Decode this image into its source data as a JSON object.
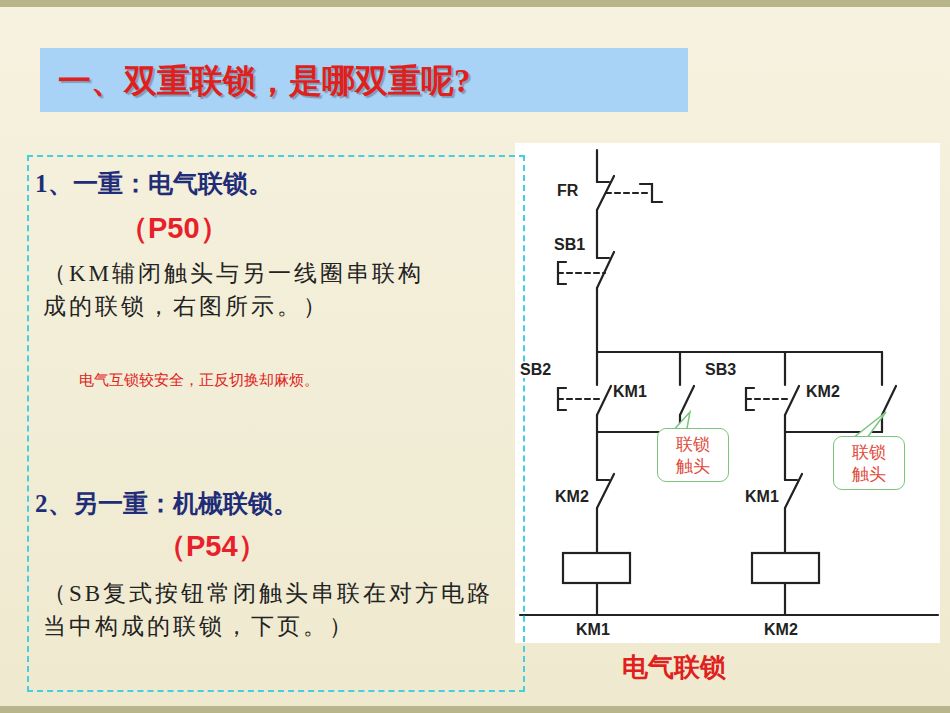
{
  "diagram": {
    "title": "一、双重联锁，是哪双重呢?",
    "caption": "电气联锁",
    "nodes": [
      {
        "text": [
          "1、一重：电气联锁。",
          "（P50）",
          "（KM辅闭触头与另一线圈串联构成的联锁，右图所示。）",
          "电气互锁较安全，正反切换却麻烦。",
          "2、另一重：机械联锁。",
          "（P54）",
          "（SB复式按钮常闭触头串联在对方电路当中构成的联锁，下页。）"
        ]
      },
      {
        "text": [
          "联锁触头"
        ]
      },
      {
        "text": [
          "联锁触头"
        ]
      }
    ],
    "labels": [
      "FR",
      "SB1",
      "SB2",
      "KM1",
      "SB3",
      "KM2",
      "KM2",
      "KM1",
      "KM1",
      "KM2"
    ]
  }
}
